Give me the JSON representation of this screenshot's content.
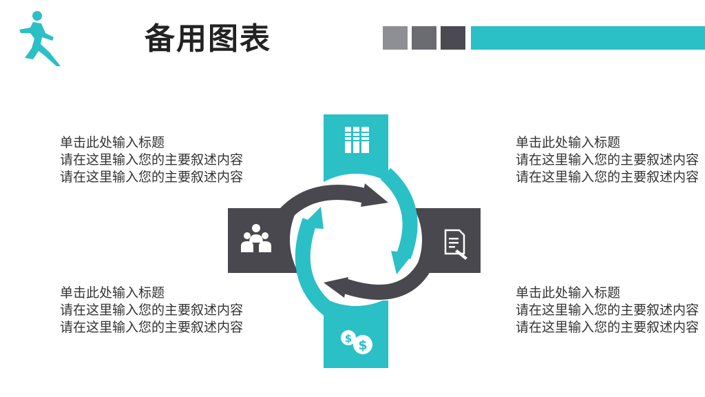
{
  "header": {
    "title": "备用图表",
    "logo_icon": "running-person-icon",
    "squares": [
      "#8e8e95",
      "#6b6b72",
      "#4a4a50"
    ],
    "accent_bar": "#2bbfc6"
  },
  "colors": {
    "teal": "#2bbfc6",
    "dark": "#48484e",
    "text": "#333333"
  },
  "blocks": [
    {
      "id": "top-left",
      "heading": "单击此处输入标题",
      "line1": "请在这里输入您的主要叙述内容",
      "line2": "请在这里输入您的主要叙述内容"
    },
    {
      "id": "bottom-left",
      "heading": "单击此处输入标题",
      "line1": "请在这里输入您的主要叙述内容",
      "line2": "请在这里输入您的主要叙述内容"
    },
    {
      "id": "top-right",
      "heading": "单击此处输入标题",
      "line1": "请在这里输入您的主要叙述内容",
      "line2": "请在这里输入您的主要叙述内容"
    },
    {
      "id": "bottom-right",
      "heading": "单击此处输入标题",
      "line1": "请在这里输入您的主要叙述内容",
      "line2": "请在这里输入您的主要叙述内容"
    }
  ],
  "cycle": {
    "top_icon": "books-icon",
    "left_icon": "team-icon",
    "right_icon": "document-edit-icon",
    "bottom_icon": "money-icon"
  }
}
